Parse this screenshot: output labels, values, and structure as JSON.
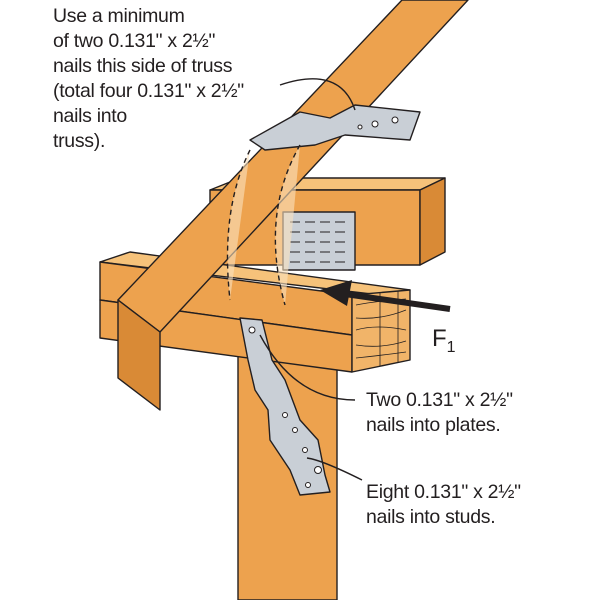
{
  "callouts": {
    "truss_nails": [
      "Use a minimum",
      "of two 0.131\" x 2½\"",
      "nails this side of truss",
      "(total four 0.131\" x 2½\"",
      "nails into",
      "truss)."
    ],
    "plate_nails": [
      "Two 0.131\" x 2½\"",
      "nails into plates."
    ],
    "stud_nails": [
      "Eight 0.131\" x 2½\"",
      "nails into studs."
    ]
  },
  "force_label": {
    "letter": "F",
    "subscript": "1"
  },
  "colors": {
    "wood": "#eda24e",
    "wood_dark": "#d98a36",
    "wood_light": "#f6c27a",
    "metal": "#c9cfd6",
    "line": "#231f20"
  }
}
